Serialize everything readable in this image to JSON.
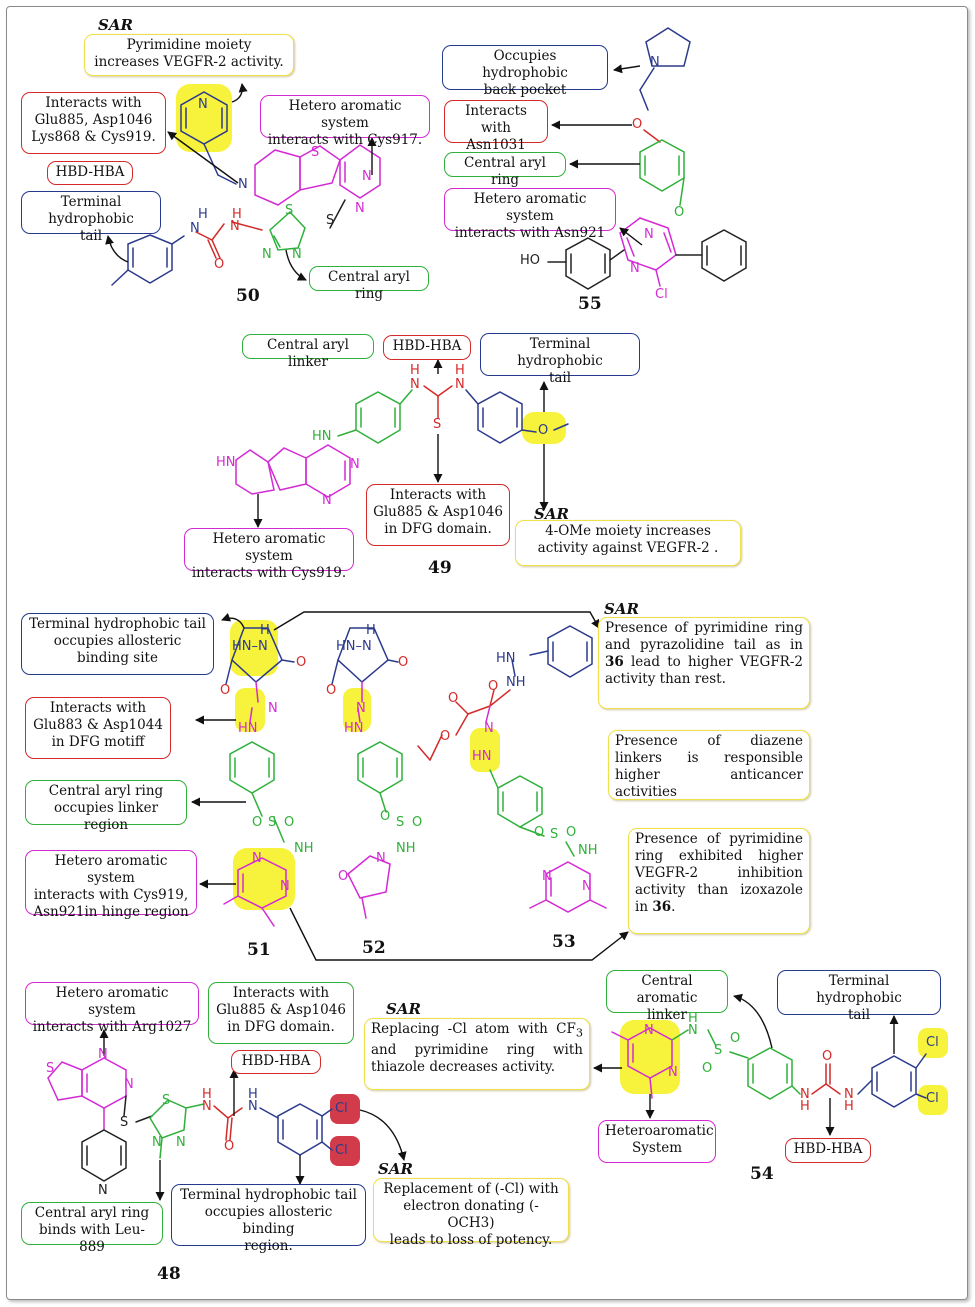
{
  "labels": {
    "c50_sar": "Pyrimidine moiety\nincreases VEGFR-2 activity.",
    "c50_glu": "Interacts with\nGlu885, Asp1046\nLys868 & Cys919.",
    "c50_hbd": "HBD-HBA",
    "c50_tail": "Terminal hydrophobic\ntail",
    "c50_het": "Hetero aromatic system\ninteracts with Cys917.",
    "c50_central": "Central aryl ring",
    "c55_back": "Occupies hydrophobic\nback pocket",
    "c55_asn1031": "Interacts with\nAsn1031",
    "c55_central": "Central aryl ring",
    "c55_het": "Hetero aromatic system\ninteracts with Asn921",
    "c49_central": "Central aryl linker",
    "c49_hbd": "HBD-HBA",
    "c49_tail": "Terminal hydrophobic\ntail",
    "c49_glu": "Interacts with\nGlu885 & Asp1046\nin DFG domain.",
    "c49_het": "Hetero aromatic system\ninteracts with Cys919.",
    "c49_sar": "4-OMe moiety increases\nactivity against VEGFR-2 .",
    "c51_tail": "Terminal hydrophobic tail\noccupies allosteric\nbinding site",
    "c51_glu": "Interacts with\nGlu883 & Asp1044\nin DFG motiff",
    "c51_central": "Central aryl ring\noccupies linker region",
    "c51_het": "Hetero aromatic system\ninteracts with Cys919,\nAsn921in hinge region",
    "sar_pyr_a": "Presence of pyrimidine ring and pyrazolidine tail as in ",
    "sar_pyr_num": "36",
    "sar_pyr_b": " lead to higher VEGFR-2 activity than rest.",
    "sar_diazene": "Presence of diazene linkers is responsible higher anticancer activities",
    "sar_izox_a": "Presence of pyrimidine ring exhibited higher VEGFR-2 inhibition activity than izoxazole in ",
    "sar_izox_num": "36",
    "sar_izox_b": ".",
    "c48_het": "Hetero aromatic system\ninteracts with Arg1027",
    "c48_glu": "Interacts with\nGlu885 & Asp1046\nin DFG domain.",
    "c48_hbd": "HBD-HBA",
    "c48_central": "Central aryl ring\nbinds with Leu-889",
    "c48_tail": "Terminal hydrophobic tail\noccupies allosteric binding\nregion.",
    "c48_sar": "Replacement of (-Cl) with\nelectron donating (-OCH3)\nleads to loss of potency.",
    "c54_cf3_a": "Replacing  -Cl atom with CF",
    "c54_cf3_sub": "3",
    "c54_cf3_b": " and pyrimidine ring with thiazole decreases activity.",
    "c54_linker": "Central aromatic\nlinker",
    "c54_tail": "Terminal hydrophobic\ntail",
    "c54_het": "Heteroaromatic\nSystem",
    "c54_hbd": "HBD-HBA"
  },
  "sar_heading": "SAR",
  "compounds": [
    "50",
    "55",
    "49",
    "51",
    "52",
    "53",
    "48",
    "54"
  ],
  "atoms": {
    "N": "N",
    "NH": "NH",
    "HN": "HN",
    "H": "H",
    "O": "O",
    "S": "S",
    "Cl": "Cl",
    "HO": "HO",
    "HN_N": "HN–N",
    "HN_NH": "HN–NH"
  },
  "colors": {
    "blue": "#243a8c",
    "red": "#d42a2a",
    "green": "#2fb03a",
    "magenta": "#d42ad4",
    "yellow_border": "#f0e04a",
    "highlight": "#f7f23c",
    "bond": "#222222"
  }
}
